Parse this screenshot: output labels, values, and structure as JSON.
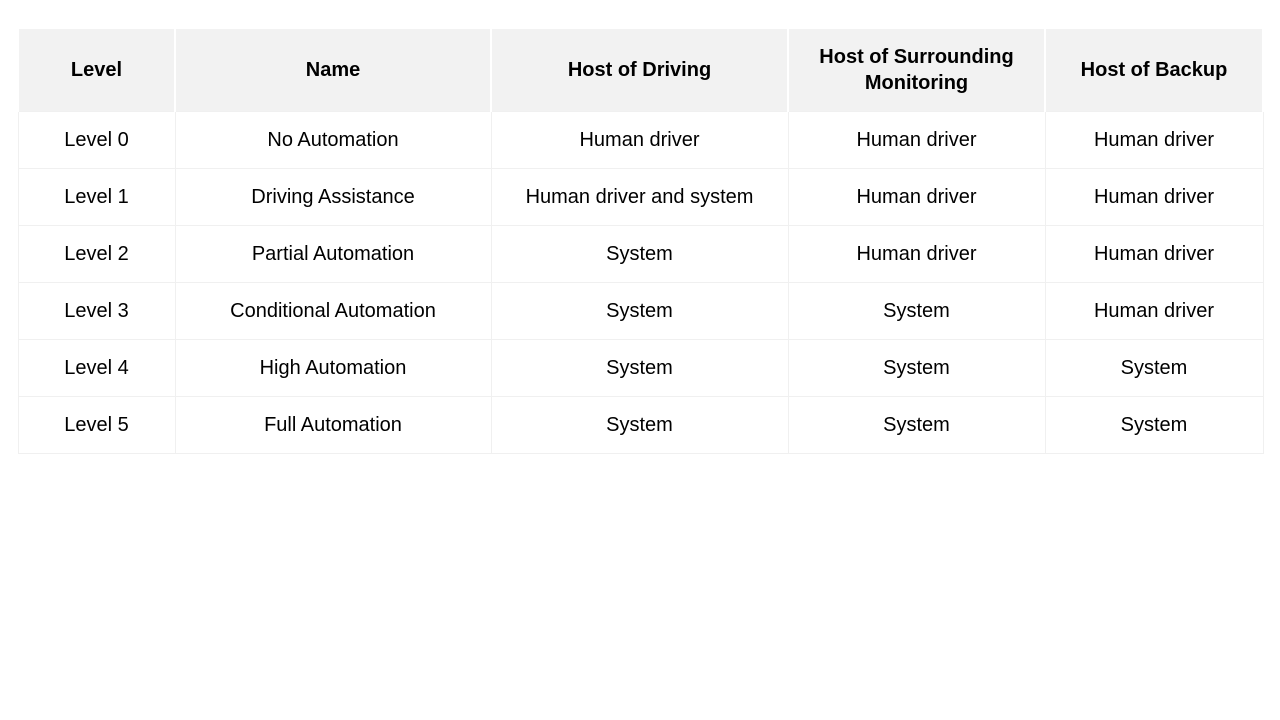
{
  "table": {
    "headers": [
      "Level",
      "Name",
      "Host of Driving",
      "Host of Surrounding Monitoring",
      "Host of Backup"
    ],
    "rows": [
      [
        "Level 0",
        "No Automation",
        "Human driver",
        "Human driver",
        "Human driver"
      ],
      [
        "Level 1",
        "Driving Assistance",
        "Human driver and system",
        "Human driver",
        "Human driver"
      ],
      [
        "Level 2",
        "Partial Automation",
        "System",
        "Human driver",
        "Human driver"
      ],
      [
        "Level 3",
        "Conditional Automation",
        "System",
        "System",
        "Human driver"
      ],
      [
        "Level 4",
        "High Automation",
        "System",
        "System",
        "System"
      ],
      [
        "Level 5",
        "Full Automation",
        "System",
        "System",
        "System"
      ]
    ]
  },
  "colors": {
    "header_bg": "#f2f2f2",
    "cell_border": "#f0f0f0",
    "text": "#000000"
  }
}
